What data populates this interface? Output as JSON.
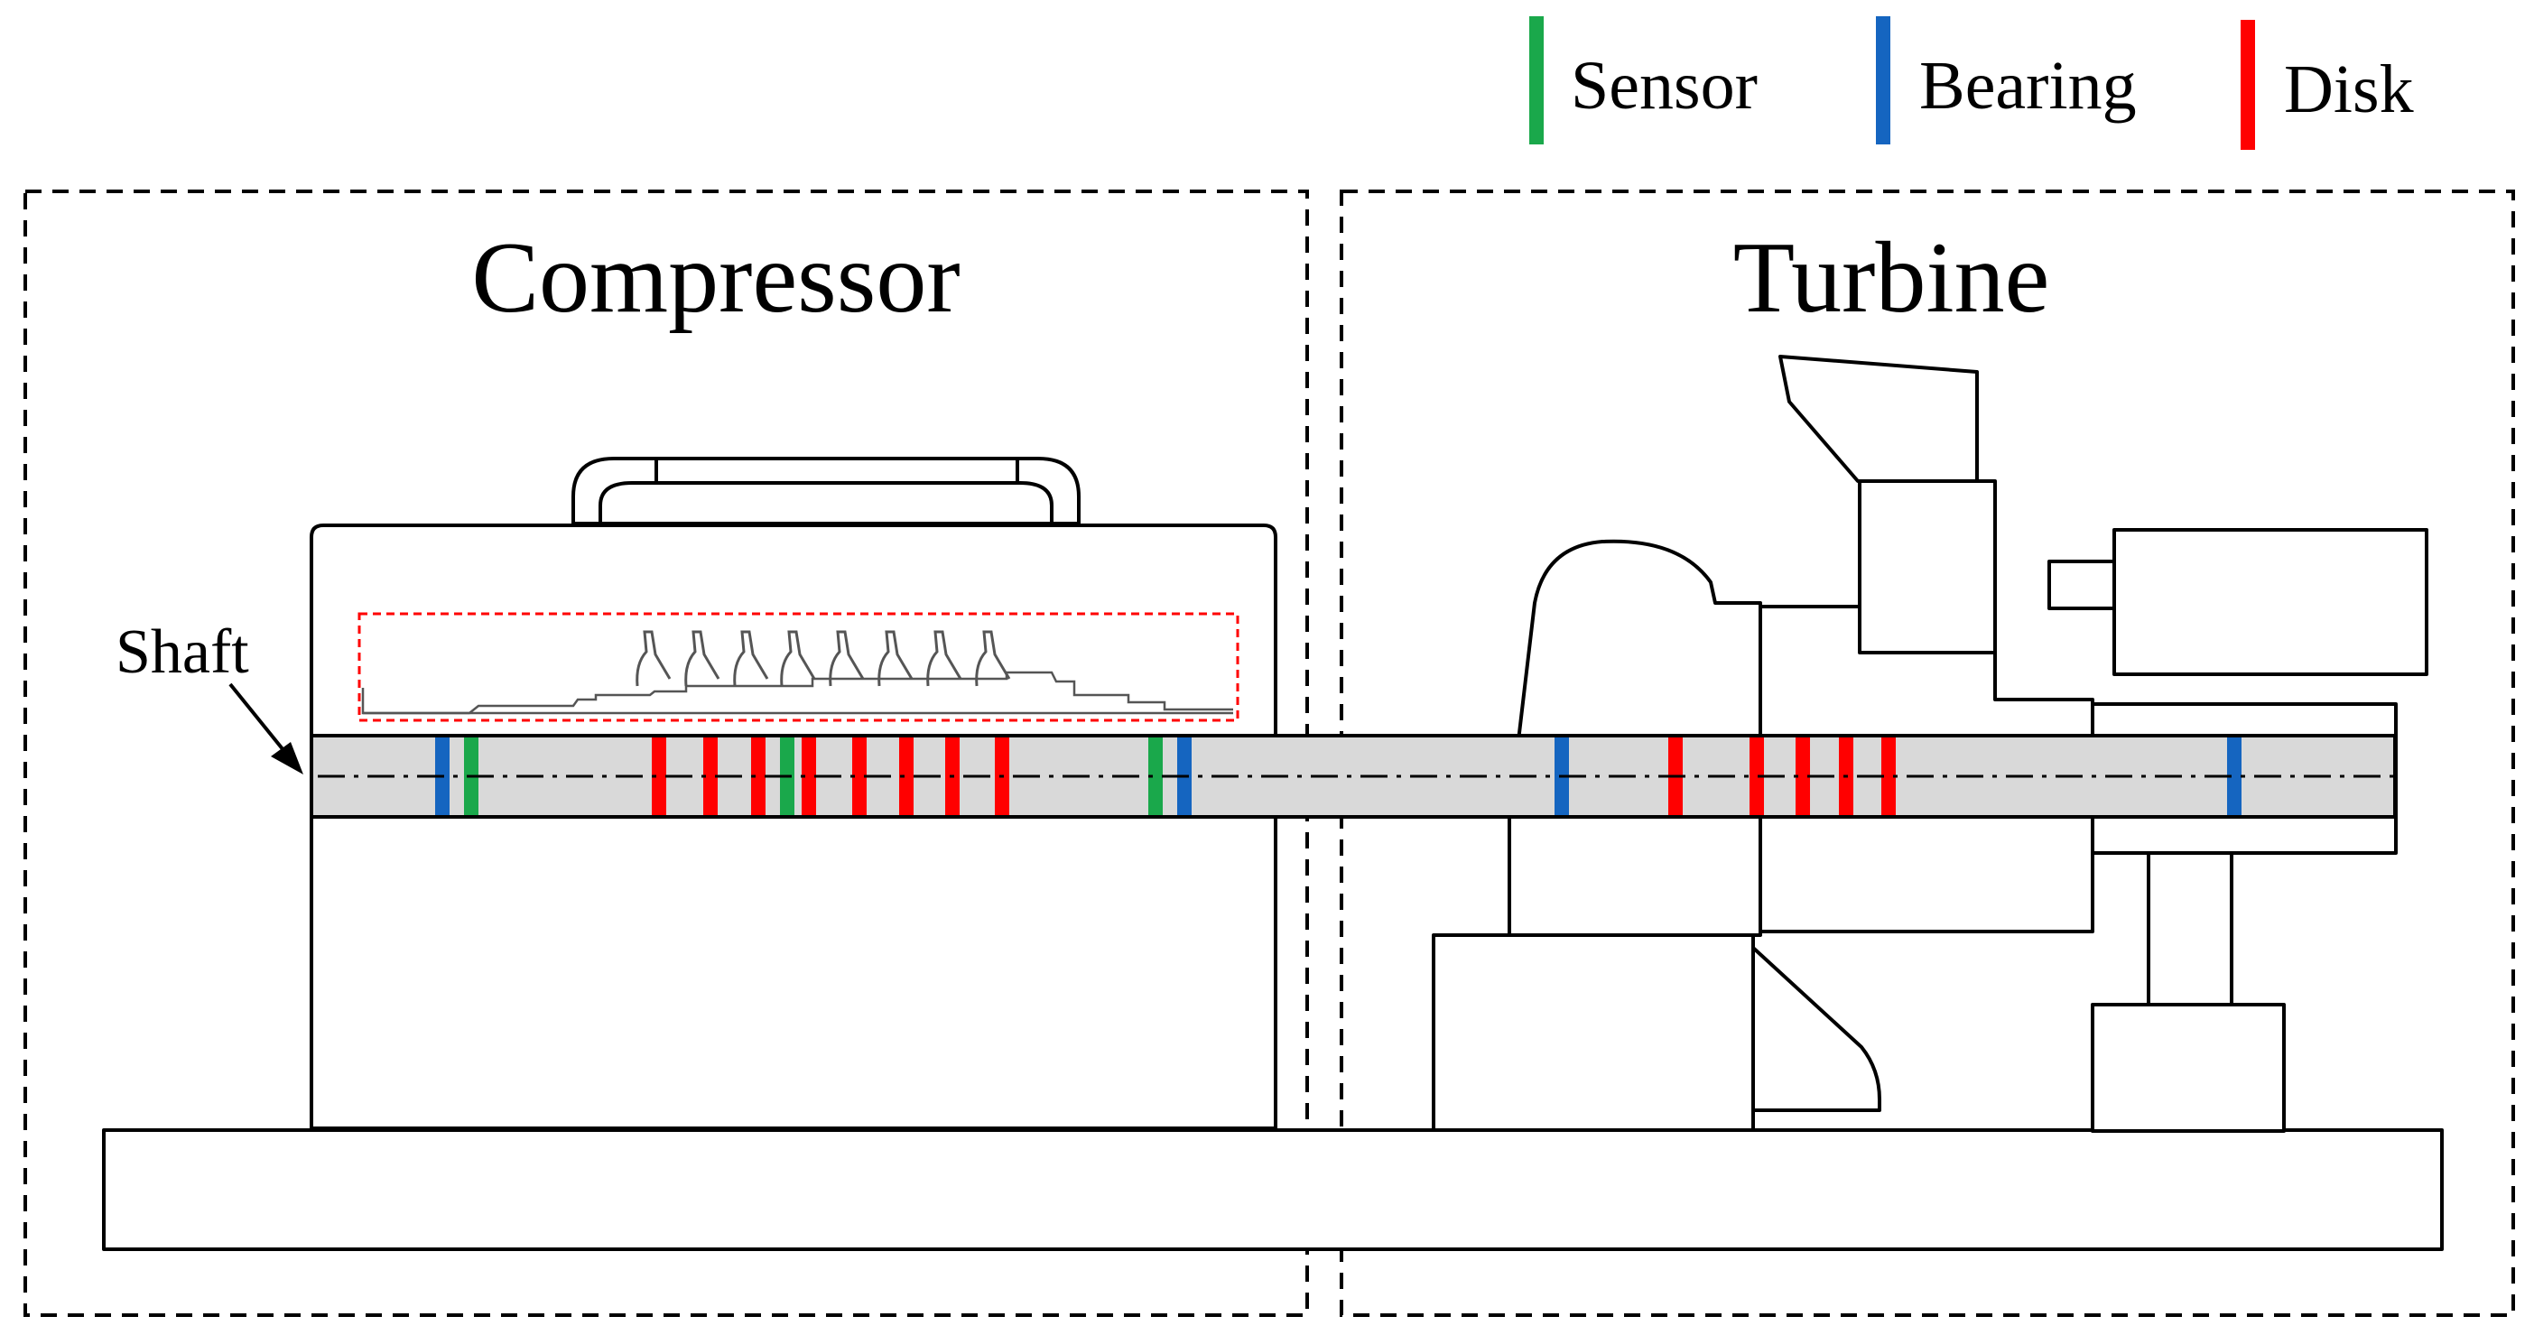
{
  "legend": {
    "items": [
      {
        "label": "Sensor",
        "color": "#1aa84b"
      },
      {
        "label": "Bearing",
        "color": "#1565c0"
      },
      {
        "label": "Disk",
        "color": "#ff0000"
      }
    ]
  },
  "sections": {
    "compressor": {
      "title": "Compressor"
    },
    "turbine": {
      "title": "Turbine"
    }
  },
  "shaft": {
    "label": "Shaft",
    "fill_color": "#d9d9d9"
  },
  "detail_box": {
    "color": "#ff0000"
  },
  "markers": [
    {
      "type": "bearing"
    },
    {
      "type": "sensor"
    },
    {
      "type": "disk"
    },
    {
      "type": "disk"
    },
    {
      "type": "disk"
    },
    {
      "type": "sensor"
    },
    {
      "type": "disk"
    },
    {
      "type": "disk"
    },
    {
      "type": "disk"
    },
    {
      "type": "disk"
    },
    {
      "type": "disk"
    },
    {
      "type": "sensor"
    },
    {
      "type": "bearing"
    },
    {
      "type": "bearing"
    },
    {
      "type": "disk"
    },
    {
      "type": "disk"
    },
    {
      "type": "disk"
    },
    {
      "type": "disk"
    },
    {
      "type": "disk"
    },
    {
      "type": "bearing"
    }
  ]
}
